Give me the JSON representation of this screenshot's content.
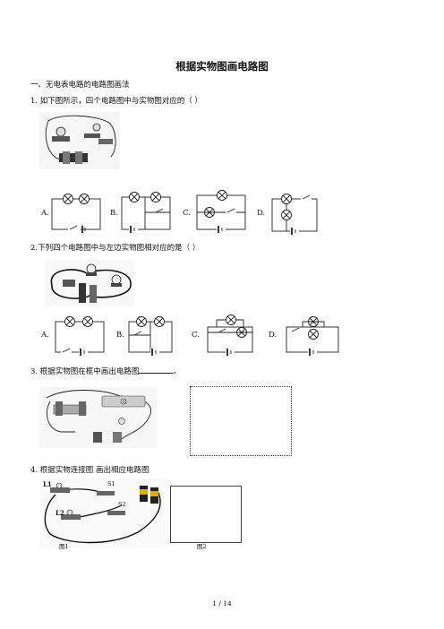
{
  "title": "根据实物图画电路图",
  "section1": "一、无电表电路的电路图画法",
  "q1": {
    "text": "1. 如下图所示，四个电路图中与实物图对应的（      ）",
    "options": [
      "A.",
      "B.",
      "C.",
      "D."
    ]
  },
  "q2": {
    "text": "2.下列四个电路图中与左边实物图相对应的是（  ）",
    "options": [
      "A.",
      "B.",
      "C.",
      "D."
    ]
  },
  "q3": {
    "text": "3. 根据实物图在框中画出电路图",
    "suffix": "。"
  },
  "q4": {
    "text": "4. 根据实物连接图  画出相应电路图",
    "labels": {
      "l1": "L1",
      "l2": "L2",
      "s1": "S1",
      "s2": "S2",
      "fig1": "图1",
      "fig2": "图2"
    }
  },
  "page_number": "1 / 14"
}
